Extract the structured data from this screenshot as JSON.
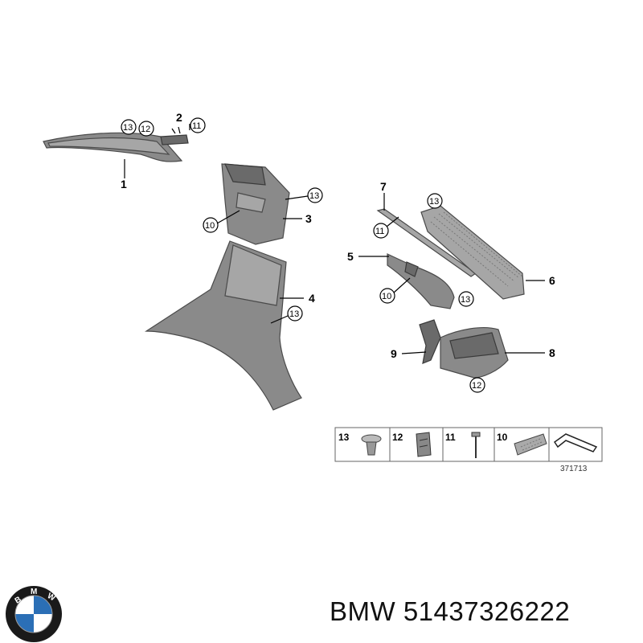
{
  "callouts": {
    "n1": "1",
    "n2": "2",
    "n3": "3",
    "n4": "4",
    "n5": "5",
    "n6": "6",
    "n7": "7",
    "n8": "8",
    "n9": "9"
  },
  "circled": {
    "c13": "13",
    "c12": "12",
    "c11": "11",
    "c10": "10"
  },
  "legend": {
    "items": [
      "13",
      "12",
      "11",
      "10"
    ]
  },
  "diagram_code": "371713",
  "brand": {
    "logo_letters": "BMW",
    "text": "BMW 51437326222",
    "colors": {
      "blue": "#2b6fb6",
      "ring": "#1a1a1a",
      "white": "#ffffff"
    }
  },
  "icons": [
    "bmw-logo-icon",
    "push-clip-icon",
    "spring-clip-icon",
    "screw-icon",
    "pad-icon",
    "arrow-icon"
  ]
}
